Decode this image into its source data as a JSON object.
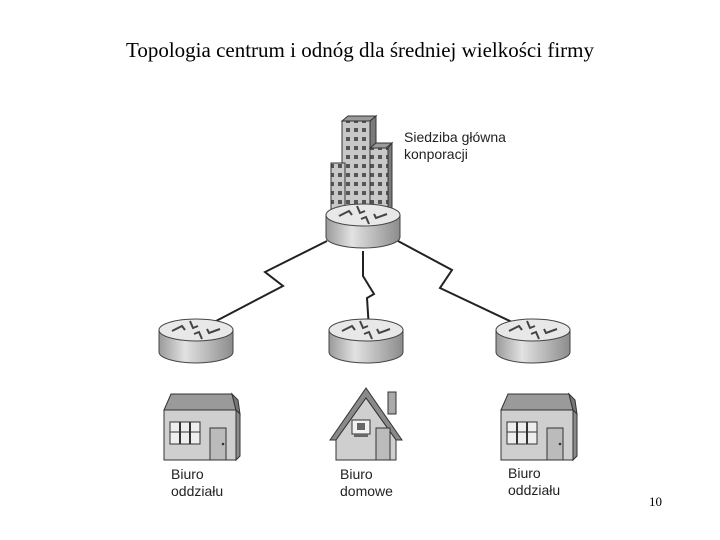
{
  "slide": {
    "title": "Topologia centrum i odnóg dla średniej wielkości firmy",
    "page_number": "10"
  },
  "nodes": {
    "hq": {
      "label_line1": "Siedziba główna",
      "label_line2": "konporacji"
    },
    "branch_left": {
      "label_line1": "Biuro",
      "label_line2": "oddziału"
    },
    "home_office": {
      "label_line1": "Biuro",
      "label_line2": "domowe"
    },
    "branch_right": {
      "label_line1": "Biuro",
      "label_line2": "oddziału"
    }
  },
  "icons": [
    "office-tower-icon",
    "router-icon",
    "shop-building-icon",
    "house-icon"
  ],
  "colors": {
    "line": "#222222",
    "router_body": "#d4d4d4",
    "building": "#bdbdbd"
  }
}
